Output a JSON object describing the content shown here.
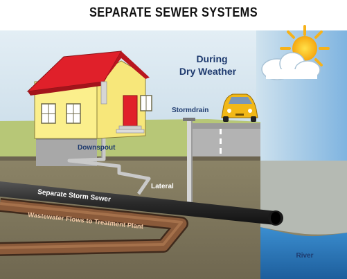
{
  "title": "SEPARATE SEWER SYSTEMS",
  "labels": {
    "condition_line1": "During",
    "condition_line2": "Dry Weather",
    "stormdrain": "Stormdrain",
    "downspout": "Downspout",
    "lateral": "Lateral",
    "storm_sewer": "Separate Storm Sewer",
    "wastewater": "Wastewater Flows to Treatment Plant",
    "river": "River"
  },
  "icons": [
    "sun-icon",
    "cloud-icon",
    "car-icon",
    "house-icon"
  ],
  "colors": {
    "sky": "#cfe2ee",
    "grass": "#b9c97a",
    "underground": "#7b7258",
    "roof": "#e0202a",
    "house_wall": "#fbef8c",
    "storm_pipe": "#2b2b2b",
    "wastewater_pipe": "#8a5a3a",
    "river": "#2f7fc0",
    "label_blue": "#1e3a6e"
  }
}
